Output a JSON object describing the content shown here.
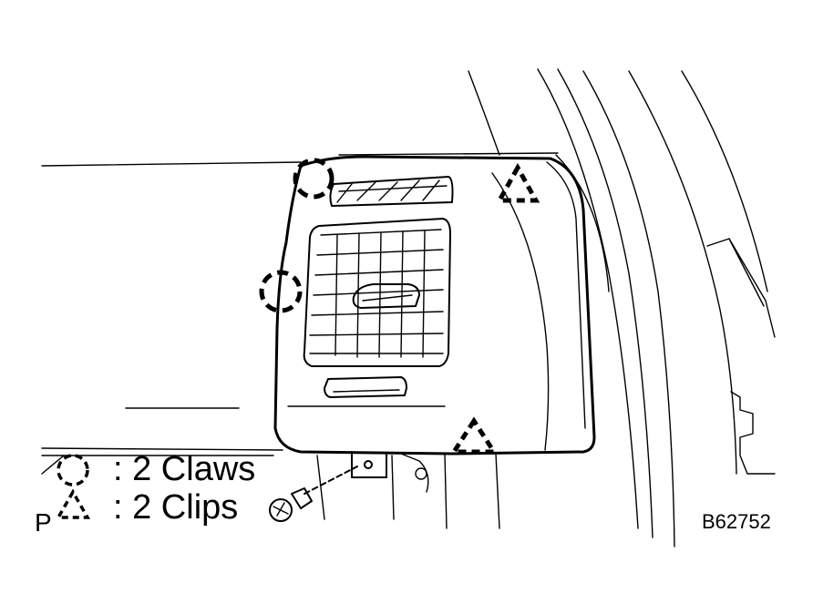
{
  "legend": {
    "claws_label": ": 2 Claws",
    "clips_label": ": 2 Clips"
  },
  "view_letter": "P",
  "figure_id": "B62752",
  "symbols": {
    "claw": "dashed-circle-icon",
    "clip": "dashed-triangle-icon"
  }
}
